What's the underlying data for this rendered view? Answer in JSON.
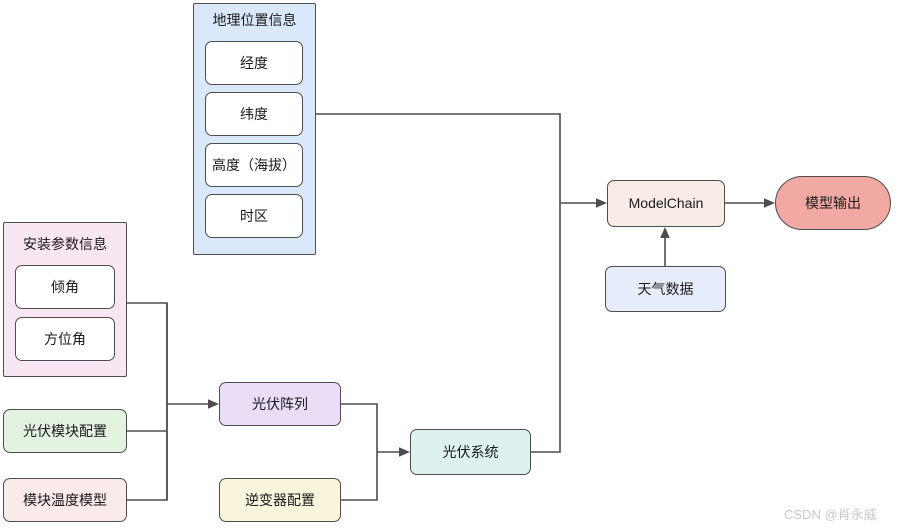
{
  "diagram": {
    "title_watermark": "CSDN @肖永威",
    "groups": [
      {
        "name": "geographic-info",
        "label": "地理位置信息",
        "fill": "#dae8fc",
        "stroke": "#4d4d4d",
        "items": [
          {
            "name": "longitude",
            "label": "经度"
          },
          {
            "name": "latitude",
            "label": "纬度"
          },
          {
            "name": "altitude",
            "label": "高度（海拔）"
          },
          {
            "name": "timezone",
            "label": "时区"
          }
        ]
      },
      {
        "name": "installation-params",
        "label": "安装参数信息",
        "fill": "#f9e6f3",
        "stroke": "#4d4d4d",
        "items": [
          {
            "name": "tilt-angle",
            "label": "倾角"
          },
          {
            "name": "azimuth-angle",
            "label": "方位角"
          }
        ]
      }
    ],
    "nodes": [
      {
        "name": "pv-module-config",
        "label": "光伏模块配置",
        "fill": "#e3f2e1"
      },
      {
        "name": "module-temp-model",
        "label": "模块温度模型",
        "fill": "#fbeaea"
      },
      {
        "name": "pv-array",
        "label": "光伏阵列",
        "fill": "#e9ddf7"
      },
      {
        "name": "inverter-config",
        "label": "逆变器配置",
        "fill": "#f9f4dc"
      },
      {
        "name": "pv-system",
        "label": "光伏系统",
        "fill": "#ddf2ef"
      },
      {
        "name": "model-chain",
        "label": "ModelChain",
        "fill": "#f7ece6"
      },
      {
        "name": "weather-data",
        "label": "天气数据",
        "fill": "#e6ecf9"
      },
      {
        "name": "model-output",
        "label": "模型输出",
        "fill": "#f2a9a4"
      }
    ]
  }
}
